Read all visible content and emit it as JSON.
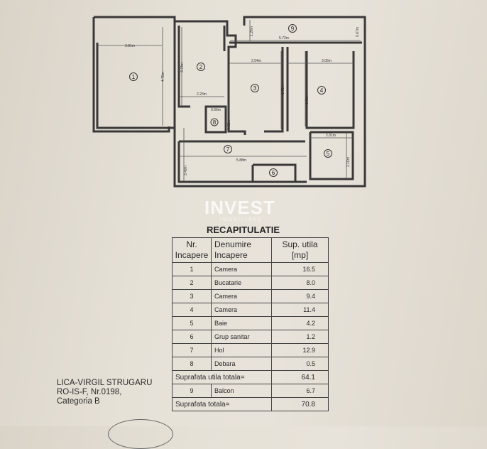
{
  "watermark": {
    "brand": "INVEST",
    "sub": "IMOBILIARE"
  },
  "floor_plan": {
    "rooms": [
      "1",
      "2",
      "3",
      "4",
      "5",
      "6",
      "7",
      "8",
      "9"
    ],
    "dimensions": [
      "3.81m",
      "4.75m",
      "3.74m",
      "2.23m",
      "2.54m",
      "3.75m",
      "3.06m",
      "3.78m",
      "2.01m",
      "2.16m",
      "5.88m",
      "3.49m",
      "1.26m",
      "5.72m",
      "0.67m",
      "0.66m",
      "0.82m"
    ]
  },
  "table": {
    "title": "RECAPITULATIE",
    "headers": [
      "Nr. Incapere",
      "Denumire Incapere",
      "Sup. utila [mp]"
    ],
    "rows": [
      {
        "nr": "1",
        "name": "Camera",
        "area": "16.5"
      },
      {
        "nr": "2",
        "name": "Bucatarie",
        "area": "8.0"
      },
      {
        "nr": "3",
        "name": "Camera",
        "area": "9.4"
      },
      {
        "nr": "4",
        "name": "Camera",
        "area": "11.4"
      },
      {
        "nr": "5",
        "name": "Baie",
        "area": "4.2"
      },
      {
        "nr": "6",
        "name": "Grup sanitar",
        "area": "1.2"
      },
      {
        "nr": "7",
        "name": "Hol",
        "area": "12.9"
      },
      {
        "nr": "8",
        "name": "Debara",
        "area": "0.5"
      }
    ],
    "subtotal": {
      "label": "Suprafata utila totala=",
      "value": "64.1"
    },
    "balcony": {
      "nr": "9",
      "name": "Balcon",
      "area": "6.7"
    },
    "total": {
      "label": "Suprafata totala=",
      "value": "70.8"
    }
  },
  "author": {
    "name": "LICA-VIRGIL STRUGARU",
    "license": "RO-IS-F, Nr.0198,",
    "category": "Categoria B"
  }
}
